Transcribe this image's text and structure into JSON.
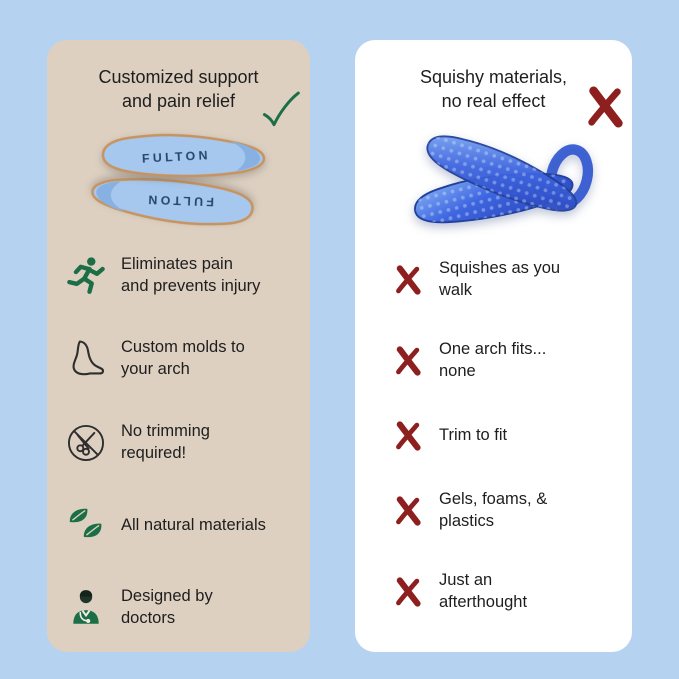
{
  "colors": {
    "page-bg": "#b5d2f0",
    "left-card-bg": "#ddd0c1",
    "right-card-bg": "#ffffff",
    "green": "#1b6e46",
    "red": "#8e1f1f",
    "text": "#1e1e1e",
    "insole-blue": "#a6c8ee",
    "insole-rim": "#c8935e",
    "gel-blue": "#3e66e0"
  },
  "left_card": {
    "title": "Customized support\nand pain relief",
    "title_icon": "check-icon",
    "product_label": "FULTON",
    "items": [
      {
        "icon": "runner-icon",
        "text": "Eliminates pain\nand prevents injury"
      },
      {
        "icon": "foot-icon",
        "text": "Custom molds to\nyour arch"
      },
      {
        "icon": "no-scissors-icon",
        "text": "No trimming\nrequired!"
      },
      {
        "icon": "leaves-icon",
        "text": "All natural materials"
      },
      {
        "icon": "doctor-icon",
        "text": "Designed by\ndoctors"
      }
    ]
  },
  "right_card": {
    "title": "Squishy materials,\nno real effect",
    "title_icon": "x-icon",
    "items": [
      {
        "icon": "x-icon",
        "text": "Squishes as you\nwalk"
      },
      {
        "icon": "x-icon",
        "text": "One arch fits...\nnone"
      },
      {
        "icon": "x-icon",
        "text": "Trim to fit"
      },
      {
        "icon": "x-icon",
        "text": "Gels, foams, &\nplastics"
      },
      {
        "icon": "x-icon",
        "text": "Just an\nafterthought"
      }
    ]
  }
}
